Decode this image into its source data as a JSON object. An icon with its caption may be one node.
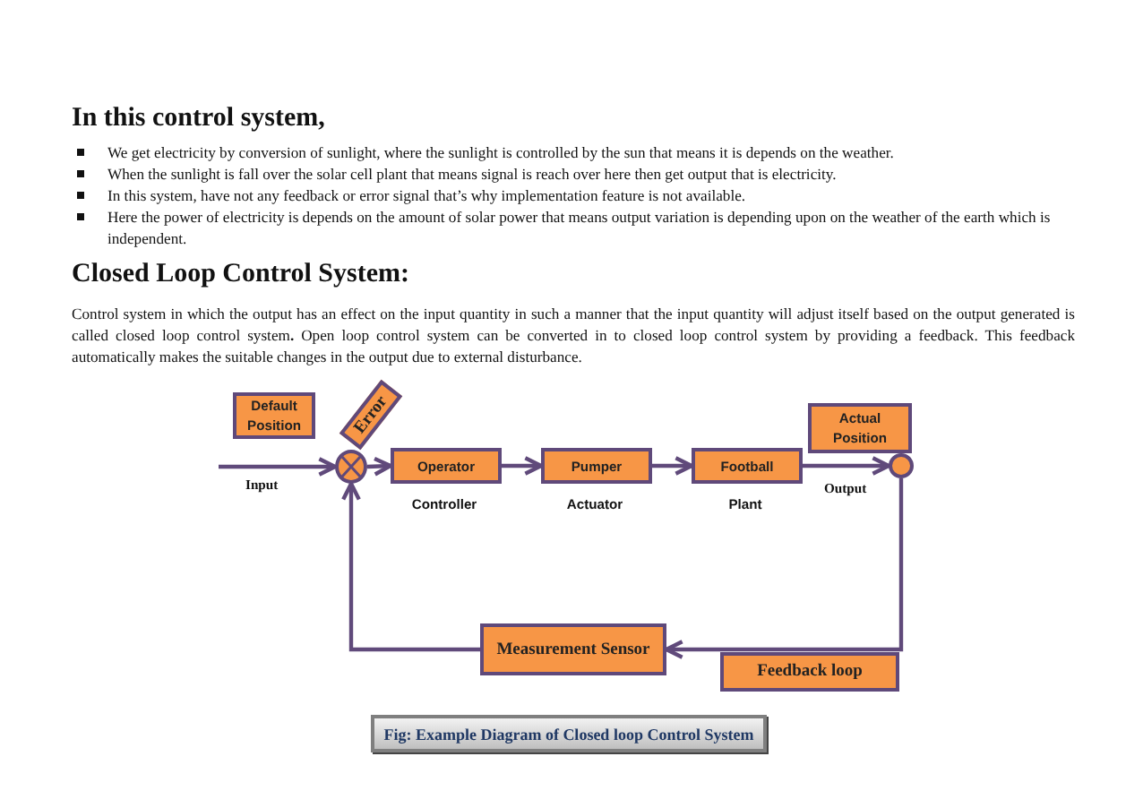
{
  "diagram": {
    "caption": "Fig: Example Diagram of Closed loop Control System",
    "nodes": [
      {
        "text": [
          "Default Position"
        ]
      },
      {
        "text": [
          "Error"
        ]
      },
      {
        "text": [],
        "shape": "circle"
      },
      {
        "text": [
          "Operator"
        ],
        "beside": [
          "Controller"
        ]
      },
      {
        "text": [
          "Pumper"
        ],
        "beside": [
          "Actuator"
        ]
      },
      {
        "text": [
          "Football"
        ],
        "beside": [
          "Plant"
        ]
      },
      {
        "text": [
          "Actual Position"
        ]
      },
      {
        "text": [],
        "shape": "circle"
      },
      {
        "text": [
          "Measurement Sensor"
        ]
      },
      {
        "text": [
          "Feedback loop"
        ]
      }
    ],
    "edges": [
      {
        "from": null,
        "to": 2,
        "arrow": "to",
        "label": "Input"
      },
      {
        "from": 2,
        "to": 3,
        "arrow": "to"
      },
      {
        "from": 3,
        "to": 4,
        "arrow": "to"
      },
      {
        "from": 4,
        "to": 5,
        "arrow": "to"
      },
      {
        "from": 5,
        "to": 7,
        "arrow": "to",
        "label": "Output"
      },
      {
        "from": 7,
        "to": 8,
        "arrow": "to"
      },
      {
        "from": 8,
        "to": 2,
        "arrow": "to"
      }
    ],
    "labels": [
      "In this control system,",
      "We get electricity by conversion of sunlight, where the sunlight is controlled by the sun that means it is depends on the weather.",
      "When the sunlight is fall over the solar cell plant that means signal is reach over here then get output that is electricity.",
      "In this system, have not any feedback or error signal that’s why implementation feature is not available.",
      "Here the power of electricity is depends on the amount of solar power that means output variation is depending upon on the weather of the earth which is independent.",
      "Closed Loop Control System:",
      "Control system in which the output has an effect on the input quantity in such a manner that the input quantity will adjust itself based on the output generated is called closed loop control system**.** Open loop control system can be converted in to closed loop control system by providing a feedback. This feedback automatically makes the suitable changes in the output due to external disturbance."
    ]
  }
}
